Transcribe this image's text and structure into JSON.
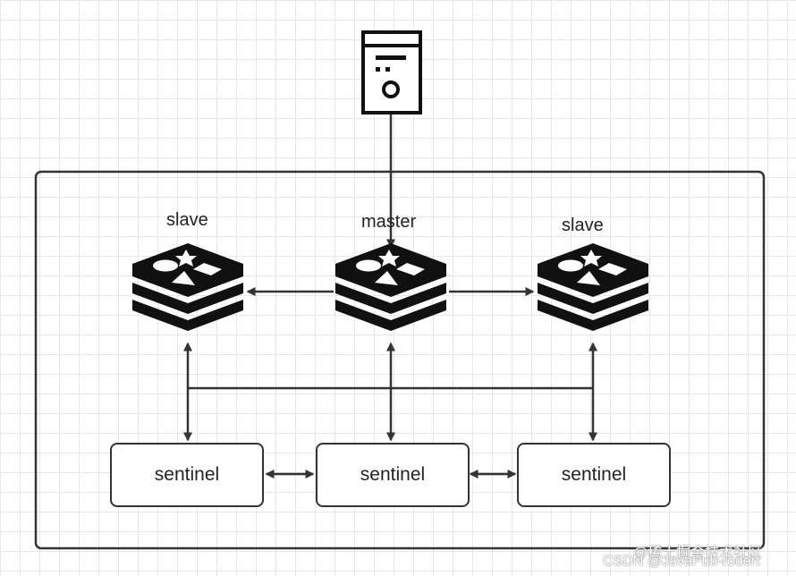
{
  "diagram": {
    "nodes": {
      "slave_left_label": "slave",
      "master_label": "master",
      "slave_right_label": "slave"
    },
    "sentinels": [
      "sentinel",
      "sentinel",
      "sentinel"
    ]
  },
  "watermark": {
    "line1": "@稀土掘金技术社区",
    "line2": "CSDN @JavaPub-rodert"
  }
}
